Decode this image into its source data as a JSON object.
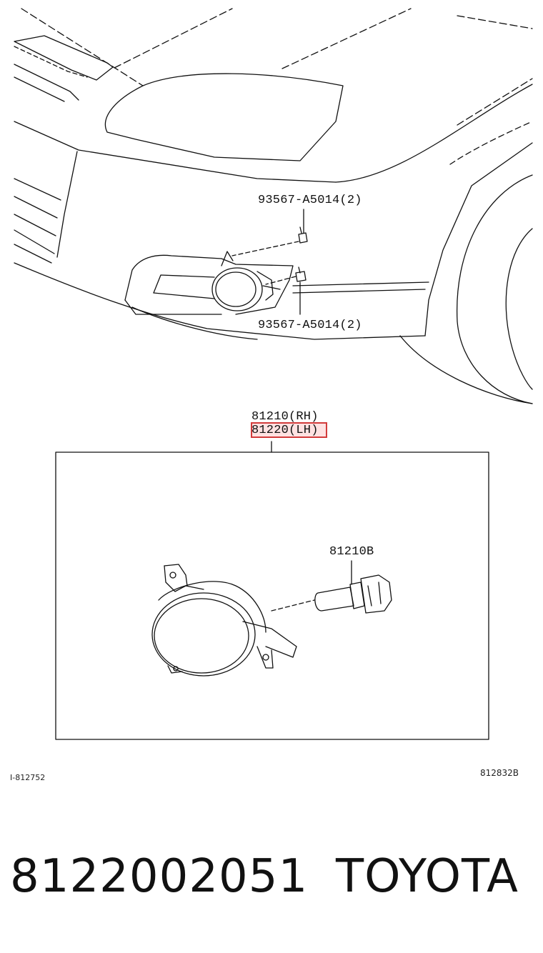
{
  "labels": {
    "bolt_upper": "93567-A5014(2)",
    "bolt_lower": "93567-A5014(2)",
    "lamp_rh": "81210(RH)",
    "lamp_lh": "81220(LH)",
    "bulb": "81210B",
    "ref_left": "I-812752",
    "ref_right": "812832B"
  },
  "caption": {
    "part_number": "8122002051",
    "brand": "TOYOTA"
  },
  "colors": {
    "line": "#111111",
    "highlight_border": "#d23b3b",
    "highlight_fill": "#ffbebe"
  }
}
